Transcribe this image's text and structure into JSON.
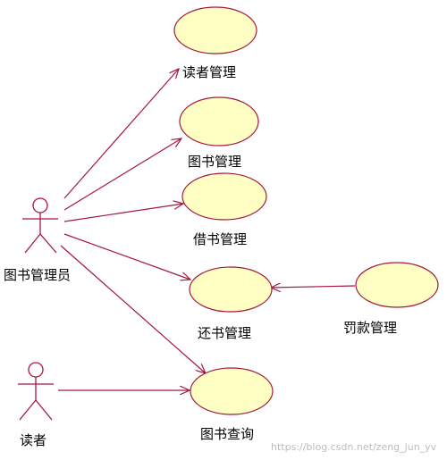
{
  "colors": {
    "ellipse_fill": "#ffffc4",
    "ellipse_stroke": "#a5183e",
    "line": "#a5183e",
    "actor": "#a5183e",
    "text": "#000000",
    "watermark": "#bdbdbd"
  },
  "actors": {
    "librarian": {
      "label": "图书管理员"
    },
    "reader": {
      "label": "读者"
    }
  },
  "use_cases": {
    "reader_mgmt": {
      "label": "读者管理"
    },
    "book_mgmt": {
      "label": "图书管理"
    },
    "borrow_mgmt": {
      "label": "借书管理"
    },
    "return_mgmt": {
      "label": "还书管理"
    },
    "fine_mgmt": {
      "label": "罚款管理"
    },
    "book_query": {
      "label": "图书查询"
    }
  },
  "associations": [
    {
      "from": "图书管理员",
      "to": "读者管理"
    },
    {
      "from": "图书管理员",
      "to": "图书管理"
    },
    {
      "from": "图书管理员",
      "to": "借书管理"
    },
    {
      "from": "图书管理员",
      "to": "还书管理"
    },
    {
      "from": "图书管理员",
      "to": "图书查询"
    },
    {
      "from": "读者",
      "to": "图书查询"
    },
    {
      "from": "罚款管理",
      "to": "还书管理"
    }
  ],
  "watermark": "https://blog.csdn.net/zeng_jun_yv"
}
